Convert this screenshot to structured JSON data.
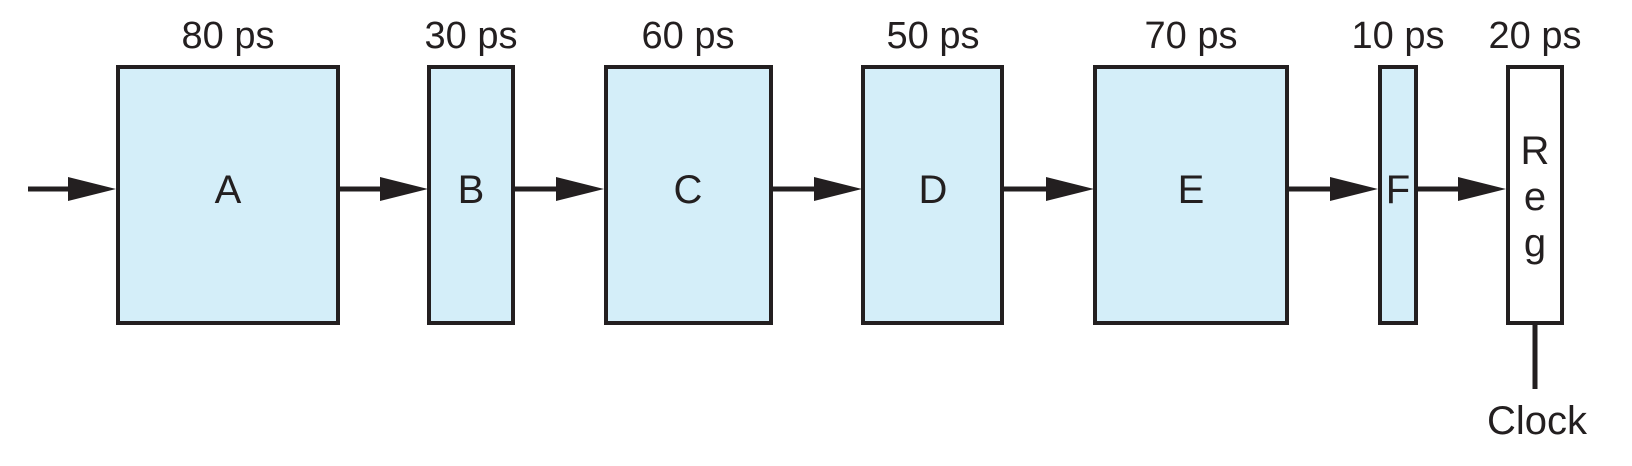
{
  "colors": {
    "logic_fill": "#d4eef9",
    "register_fill": "#ffffff",
    "stroke": "#231f20"
  },
  "blocks": [
    {
      "id": "a",
      "label": "A",
      "delay": "80 ps",
      "kind": "logic"
    },
    {
      "id": "b",
      "label": "B",
      "delay": "30 ps",
      "kind": "logic"
    },
    {
      "id": "c",
      "label": "C",
      "delay": "60 ps",
      "kind": "logic"
    },
    {
      "id": "d",
      "label": "D",
      "delay": "50 ps",
      "kind": "logic"
    },
    {
      "id": "e",
      "label": "E",
      "delay": "70 ps",
      "kind": "logic"
    },
    {
      "id": "f",
      "label": "F",
      "delay": "10 ps",
      "kind": "logic"
    },
    {
      "id": "reg",
      "label": "Reg",
      "delay": "20 ps",
      "kind": "register"
    }
  ],
  "clock": {
    "label": "Clock"
  }
}
